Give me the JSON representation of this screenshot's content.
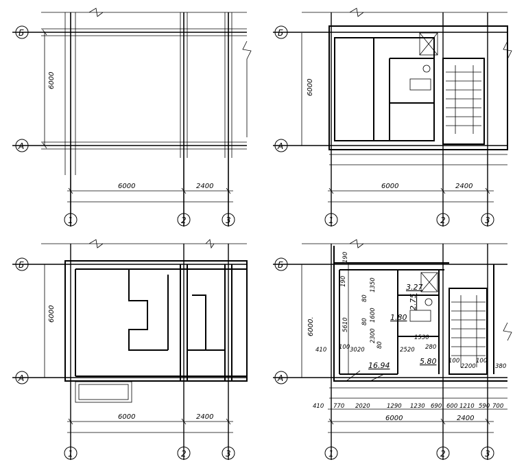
{
  "axes": {
    "row_b": "Б",
    "row_a": "А",
    "col_1": "1",
    "col_2": "2",
    "col_3": "3"
  },
  "dims": {
    "height_6000": "6000",
    "height_6000_dot": "6000.",
    "span_6000": "6000",
    "span_2400": "2400"
  },
  "plan4": {
    "areas": [
      "3.27",
      "2.75",
      "1.80",
      "16.94",
      "5.80"
    ],
    "vertical_dims": [
      "190",
      "190",
      "1350",
      "80",
      "1600",
      "80",
      "2300",
      "5610",
      "80"
    ],
    "horizontal_dims": [
      "410",
      "100",
      "3020",
      "2520",
      "1530",
      "280",
      "100",
      "2200",
      "100",
      "380"
    ],
    "bottom_chain": [
      "410",
      "770",
      "2020",
      "1290",
      "1230",
      "690",
      "600",
      "1210",
      "590",
      "700"
    ]
  }
}
